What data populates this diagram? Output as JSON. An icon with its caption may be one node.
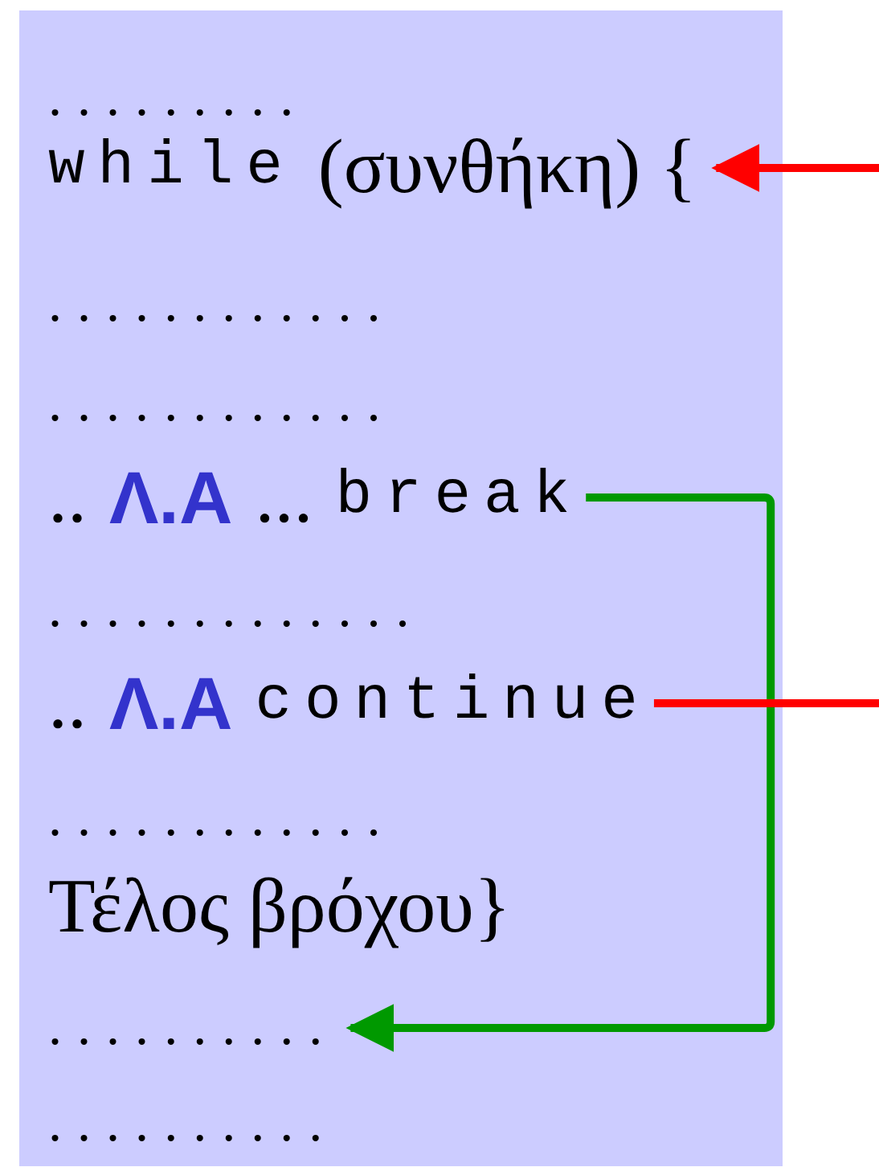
{
  "diagram": {
    "nodes": [
      {
        "text": [],
        "shape": "box"
      },
      {
        "text": [
          "........."
        ],
        "in": 0
      },
      {
        "text": [
          "while",
          "(συνθήκη) {"
        ],
        "in": 0
      },
      {
        "text": [
          "............"
        ],
        "in": 0
      },
      {
        "text": [
          "............"
        ],
        "in": 0
      },
      {
        "text": [
          "..",
          "Λ.Α",
          "...",
          "break"
        ],
        "in": 0
      },
      {
        "text": [
          "............."
        ],
        "in": 0
      },
      {
        "text": [
          "..",
          "Λ.Α",
          "continue"
        ],
        "in": 0
      },
      {
        "text": [
          "............"
        ],
        "in": 0
      },
      {
        "text": [
          "Τέλος βρόχου}"
        ],
        "in": 0
      },
      {
        "text": [
          ".........."
        ],
        "in": 0
      },
      {
        "text": [
          ".........."
        ],
        "in": 0
      }
    ],
    "edges": [
      {
        "from": 5,
        "to": 10,
        "arrow": "to",
        "color": "#009900"
      },
      {
        "from": 7,
        "to": null,
        "arrow": "none",
        "color": "#ff0000"
      },
      {
        "from": null,
        "to": 2,
        "arrow": "to",
        "color": "#ff0000"
      }
    ]
  }
}
